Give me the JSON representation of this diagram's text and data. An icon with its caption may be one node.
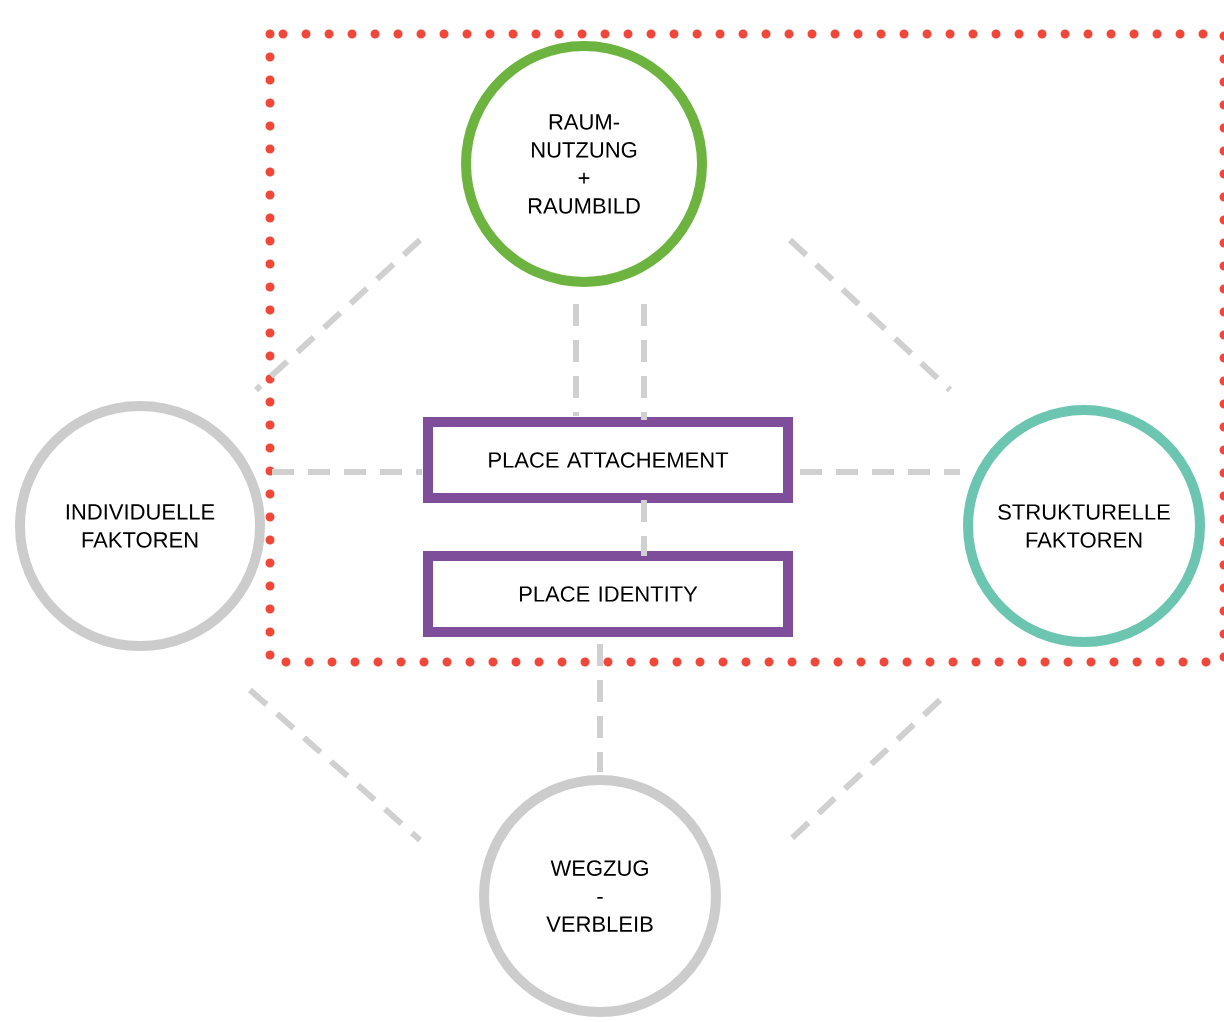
{
  "diagram": {
    "nodes": [
      {
        "text": [
          "RAUM- NUTZUNG + RAUMBILD"
        ]
      },
      {
        "text": [
          "INDIVIDUELLE FAKTOREN"
        ]
      },
      {
        "text": [
          "PLACE ATTACHEMENT"
        ]
      },
      {
        "text": [
          "PLACE IDENTITY"
        ]
      },
      {
        "text": [
          "STRUKTURELLE FAKTOREN"
        ]
      },
      {
        "text": [
          "WEGZUG - VERBLEIB"
        ]
      }
    ],
    "edges": [
      {
        "from": 0,
        "to": 2,
        "arrow": "none",
        "style": "dashed"
      },
      {
        "from": 0,
        "to": 2,
        "arrow": "none",
        "style": "dashed"
      },
      {
        "from": 1,
        "to": 2,
        "arrow": "none",
        "style": "dashed"
      },
      {
        "from": 2,
        "to": 4,
        "arrow": "none",
        "style": "dashed"
      },
      {
        "from": 2,
        "to": 3,
        "arrow": "none",
        "style": "dashed"
      },
      {
        "from": 3,
        "to": 5,
        "arrow": "none",
        "style": "dashed"
      },
      {
        "from": 0,
        "to": 1,
        "arrow": "none",
        "style": "dashed"
      },
      {
        "from": 0,
        "to": 4,
        "arrow": "none",
        "style": "dashed"
      },
      {
        "from": 1,
        "to": 5,
        "arrow": "none",
        "style": "dashed"
      },
      {
        "from": 4,
        "to": 5,
        "arrow": "none",
        "style": "dashed"
      }
    ]
  }
}
